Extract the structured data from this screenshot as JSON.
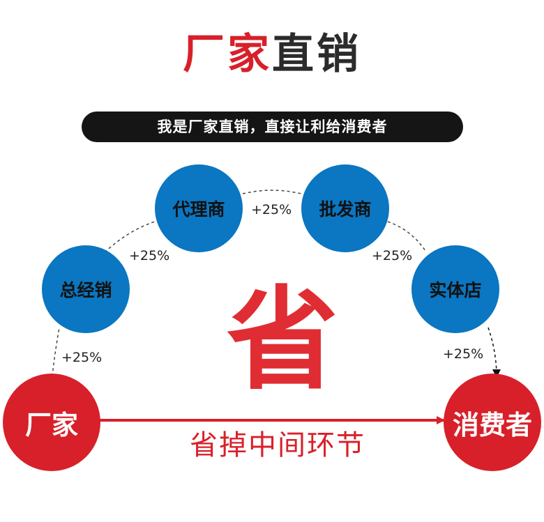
{
  "title": {
    "part1": "厂家",
    "part2": "直销"
  },
  "banner": "我是厂家直销，直接让利给消费者",
  "nodes": {
    "factory": "厂家",
    "general_distributor": "总经销",
    "agent": "代理商",
    "wholesaler": "批发商",
    "retail_store": "实体店",
    "consumer": "消费者"
  },
  "markups": [
    "+25%",
    "+25%",
    "+25%",
    "+25%",
    "+25%"
  ],
  "center_char": "省",
  "subtitle": "省掉中间环节",
  "colors": {
    "red": "#d8202a",
    "blue": "#0b76c1",
    "black": "#151515"
  }
}
